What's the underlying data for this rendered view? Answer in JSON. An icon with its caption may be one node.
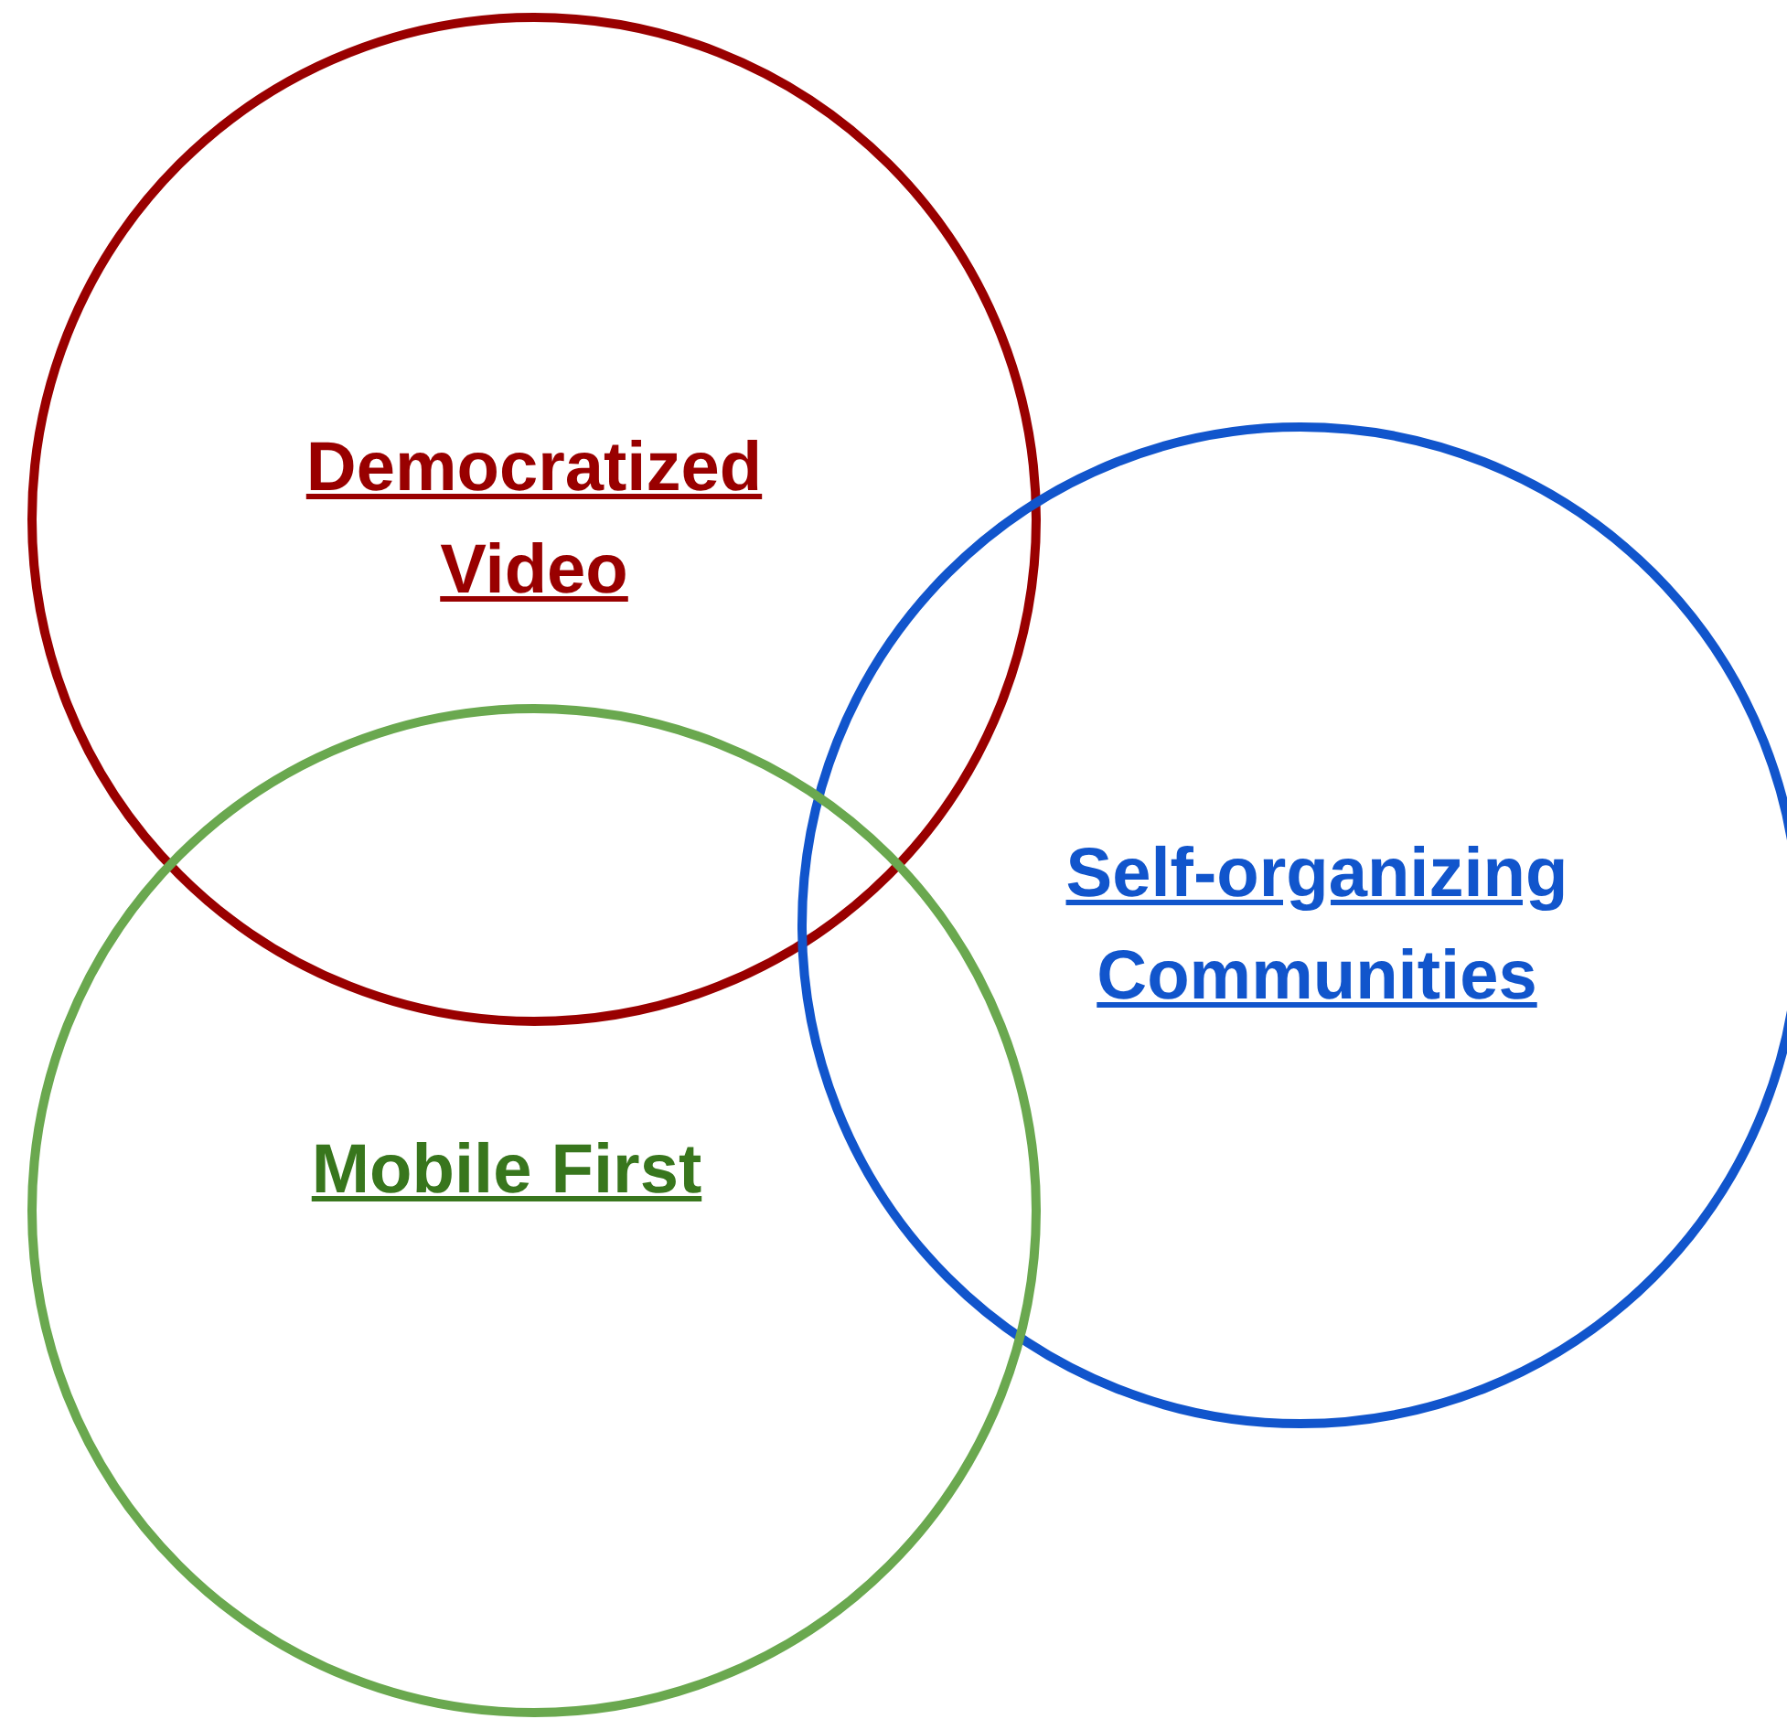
{
  "diagram": {
    "nodes": [
      {
        "text": [
          "Democratized Video"
        ]
      },
      {
        "text": [
          "Self-organizing Communities"
        ]
      },
      {
        "text": [
          "Mobile First"
        ]
      }
    ]
  }
}
